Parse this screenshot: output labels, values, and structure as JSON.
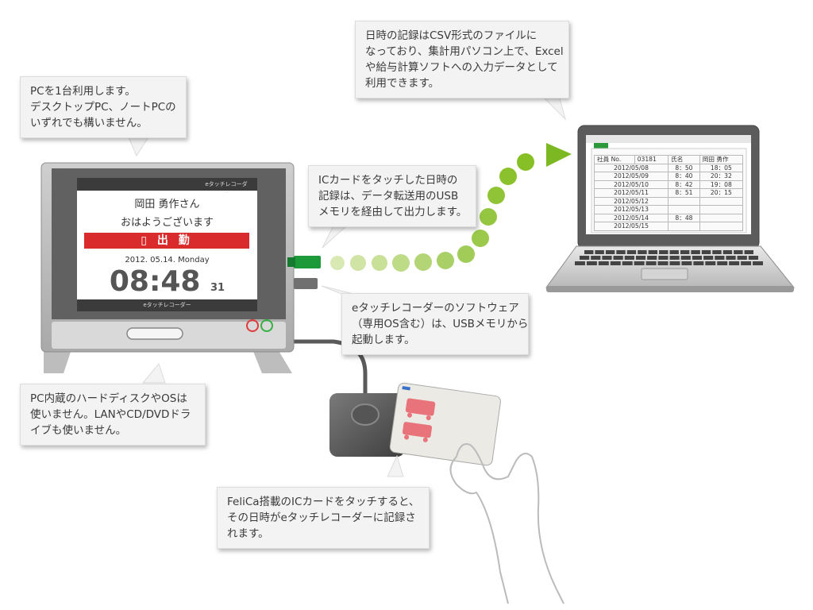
{
  "callouts": {
    "pc": [
      "PCを1台利用します。",
      "デスクトップPC、ノートPCの",
      "いずれでも構いません。"
    ],
    "csv": [
      "日時の記録はCSV形式のファイルに",
      "なっており、集計用パソコン上で、Excel",
      "や給与計算ソフトへの入力データとして",
      "利用できます。"
    ],
    "usb_out": [
      "ICカードをタッチした日時の",
      "記録は、データ転送用のUSB",
      "メモリを経由して出力します。"
    ],
    "software": [
      "eタッチレコーダーのソフトウェア",
      "（専用OS含む）は、USBメモリから",
      "起動します。"
    ],
    "no_hdd": [
      "PC内蔵のハードディスクやOSは",
      "使いません。LANやCD/DVDドラ",
      "イブも使いません。"
    ],
    "felica": [
      "FeliCa搭載のICカードをタッチすると、",
      "その日時がeタッチレコーダーに記録さ",
      "れます。"
    ]
  },
  "monitor": {
    "header_brand": "eタッチレコーダー",
    "user_name": "岡田 勇作さん",
    "greeting": "おはようございます",
    "status_icon": "▯",
    "status": "出 勤",
    "date": "2012. 05.14. Monday",
    "time": "08:48",
    "seconds": "31",
    "footer_brand": "eタッチレコーダー"
  },
  "laptop": {
    "header": {
      "no_label": "社員 No.",
      "no_value": "03181",
      "name_label": "氏名",
      "name_value": "岡田 勇作"
    },
    "rows": [
      {
        "date": "2012/05/08",
        "in": "8：50",
        "out": "18：05"
      },
      {
        "date": "2012/05/09",
        "in": "8：40",
        "out": "20：32"
      },
      {
        "date": "2012/05/10",
        "in": "8：42",
        "out": "19：08"
      },
      {
        "date": "2012/05/11",
        "in": "8：51",
        "out": "20：15"
      },
      {
        "date": "2012/05/12",
        "in": "",
        "out": ""
      },
      {
        "date": "2012/05/13",
        "in": "",
        "out": ""
      },
      {
        "date": "2012/05/14",
        "in": "8：48",
        "out": ""
      },
      {
        "date": "2012/05/15",
        "in": "",
        "out": ""
      }
    ]
  },
  "colors": {
    "status_red": "#d92b2b",
    "usb_green": "#1c9a3a",
    "dot_light_green": "#cfe39a",
    "dot_green": "#8dc21f",
    "arrow_green": "#7cb821",
    "card_icon_red": "#e8737a",
    "callout_bg": "#f3f3f3"
  },
  "icons": [
    "usb-memory-icon",
    "ic-card-reader-icon",
    "train-icon",
    "hand-icon",
    "arrow-right-icon"
  ]
}
